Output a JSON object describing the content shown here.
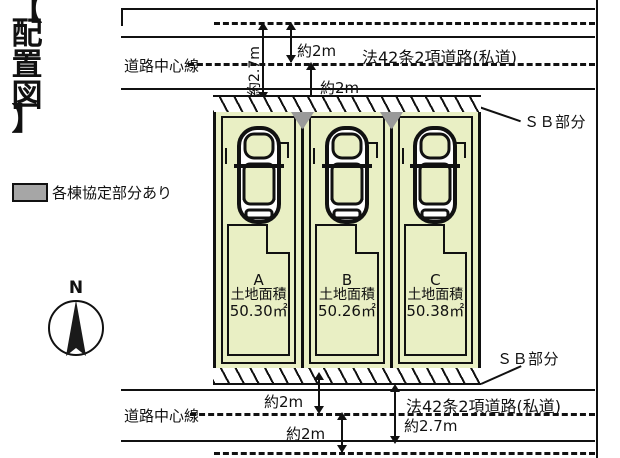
{
  "figure": {
    "title_vertical": "【配置図】",
    "title_chars": [
      "【",
      "配",
      "置",
      "図",
      "】"
    ]
  },
  "legend": {
    "swatch_color": "#a6a6a6",
    "label": "各棟協定部分あり"
  },
  "compass": {
    "north_label": "N",
    "icon": "north-arrow-icon"
  },
  "colors": {
    "lot_fill": "#e9efc4",
    "shared_gray": "#9a9a9a",
    "line": "#111111",
    "background": "#ffffff"
  },
  "lots": [
    {
      "letter": "A",
      "area_label": "土地面積",
      "area_value": "50.30㎡"
    },
    {
      "letter": "B",
      "area_label": "土地面積",
      "area_value": "50.26㎡"
    },
    {
      "letter": "C",
      "area_label": "土地面積",
      "area_value": "50.38㎡"
    }
  ],
  "annotations": {
    "road_top": {
      "name": "法42条2項道路(私道)",
      "centerline_label": "道路中心線",
      "dim_above_center": "約2m",
      "dim_below_center": "約2m",
      "dim_total_vertical": "約2.7m"
    },
    "road_bottom": {
      "name": "法42条2項道路(私道)",
      "centerline_label": "道路中心線",
      "dim_above_center": "約2m",
      "dim_below_center": "約2m",
      "dim_total_vertical": "約2.7m"
    },
    "setback_top": "ＳＢ部分",
    "setback_bottom": "ＳＢ部分"
  }
}
